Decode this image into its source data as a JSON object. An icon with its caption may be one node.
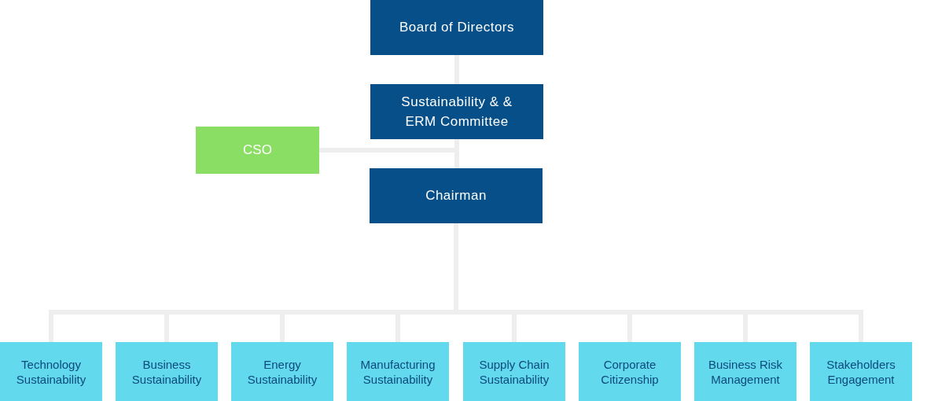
{
  "diagram": {
    "nodes": [
      {
        "text": [
          "Board of Directors"
        ]
      },
      {
        "text": [
          "Sustainability & & ERM Committee"
        ]
      },
      {
        "text": [
          "CSO"
        ]
      },
      {
        "text": [
          "Chairman"
        ]
      },
      {
        "text": [
          "Technology Sustainability"
        ]
      },
      {
        "text": [
          "Business Sustainability"
        ]
      },
      {
        "text": [
          "Energy Sustainability"
        ]
      },
      {
        "text": [
          "Manufacturing Sustainability"
        ]
      },
      {
        "text": [
          "Supply Chain Sustainability"
        ]
      },
      {
        "text": [
          "Corporate Citizenship"
        ]
      },
      {
        "text": [
          "Business Risk Management"
        ]
      },
      {
        "text": [
          "Stakeholders Engagement"
        ]
      }
    ],
    "edges": [
      {
        "from": 0,
        "to": 1,
        "arrow": "none"
      },
      {
        "from": 1,
        "to": 3,
        "arrow": "none"
      },
      {
        "from": 1,
        "to": 2,
        "arrow": "none"
      },
      {
        "from": 3,
        "to": 4,
        "arrow": "none"
      },
      {
        "from": 3,
        "to": 5,
        "arrow": "none"
      },
      {
        "from": 3,
        "to": 6,
        "arrow": "none"
      },
      {
        "from": 3,
        "to": 7,
        "arrow": "none"
      },
      {
        "from": 3,
        "to": 8,
        "arrow": "none"
      },
      {
        "from": 3,
        "to": 9,
        "arrow": "none"
      },
      {
        "from": 3,
        "to": 10,
        "arrow": "none"
      },
      {
        "from": 3,
        "to": 11,
        "arrow": "none"
      }
    ]
  }
}
